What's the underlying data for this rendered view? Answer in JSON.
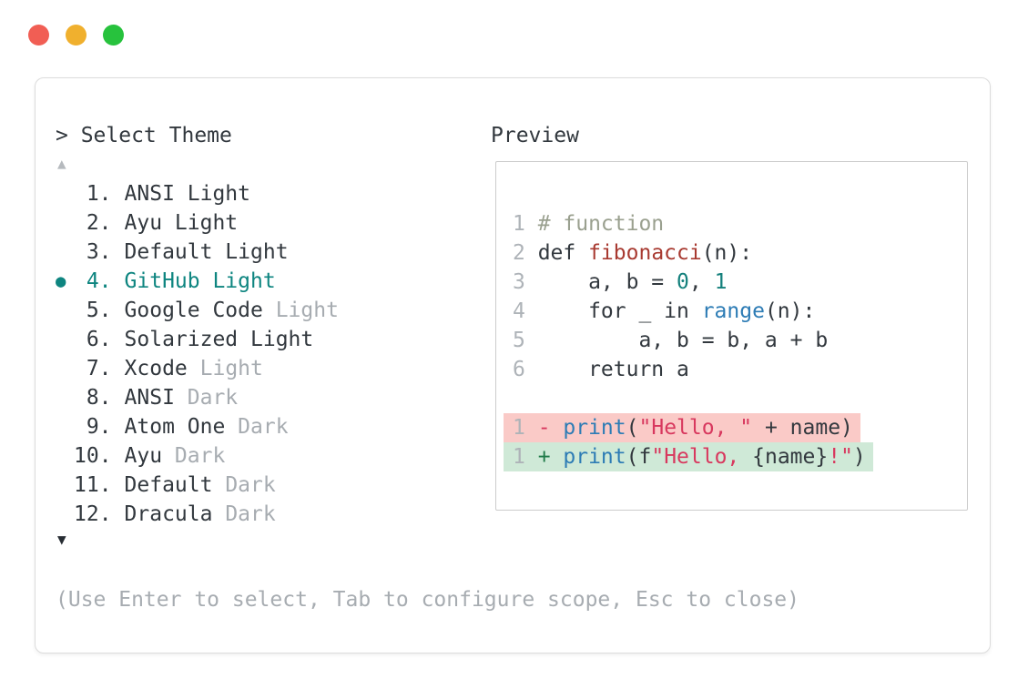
{
  "colors": {
    "traffic_red": "#f15e54",
    "traffic_yellow": "#f0b02e",
    "traffic_green": "#27c23d",
    "accent_teal": "#0e8580",
    "text_dark": "#32383e",
    "text_muted": "#a7acb1",
    "syntax_comment": "#9aa08f",
    "syntax_function": "#a83a31",
    "syntax_number": "#14807c",
    "syntax_blue": "#2d7cb5",
    "syntax_string": "#d8385e",
    "diff_removed_bg": "#facac7",
    "diff_added_bg": "#cfe9d7"
  },
  "theme_picker": {
    "prompt": "> Select Theme",
    "scroll_up_icon": "▲",
    "scroll_down_icon": "▼",
    "selected_bullet_icon": "●",
    "items": [
      {
        "num": "1.",
        "label": "ANSI Light",
        "muted": "",
        "selected": false
      },
      {
        "num": "2.",
        "label": "Ayu Light",
        "muted": "",
        "selected": false
      },
      {
        "num": "3.",
        "label": "Default Light",
        "muted": "",
        "selected": false
      },
      {
        "num": "4.",
        "label": "GitHub Light",
        "muted": "",
        "selected": true
      },
      {
        "num": "5.",
        "label": "Google Code",
        "muted": "Light",
        "selected": false
      },
      {
        "num": "6.",
        "label": "Solarized Light",
        "muted": "",
        "selected": false
      },
      {
        "num": "7.",
        "label": "Xcode",
        "muted": "Light",
        "selected": false
      },
      {
        "num": "8.",
        "label": "ANSI",
        "muted": "Dark",
        "selected": false
      },
      {
        "num": "9.",
        "label": "Atom One",
        "muted": "Dark",
        "selected": false
      },
      {
        "num": "10.",
        "label": "Ayu",
        "muted": "Dark",
        "selected": false
      },
      {
        "num": "11.",
        "label": "Default",
        "muted": "Dark",
        "selected": false
      },
      {
        "num": "12.",
        "label": "Dracula",
        "muted": "Dark",
        "selected": false
      }
    ],
    "hint": "(Use Enter to select, Tab to configure scope, Esc to close)"
  },
  "preview": {
    "title": "Preview",
    "code_lines": [
      {
        "ln": "1",
        "diff": null,
        "tokens": [
          [
            "comment",
            "# function"
          ]
        ]
      },
      {
        "ln": "2",
        "diff": null,
        "tokens": [
          [
            "text",
            "def "
          ],
          [
            "func",
            "fibonacci"
          ],
          [
            "text",
            "(n):"
          ]
        ]
      },
      {
        "ln": "3",
        "diff": null,
        "tokens": [
          [
            "text",
            "    a, b = "
          ],
          [
            "num",
            "0"
          ],
          [
            "text",
            ", "
          ],
          [
            "num",
            "1"
          ]
        ]
      },
      {
        "ln": "4",
        "diff": null,
        "tokens": [
          [
            "text",
            "    for _ in "
          ],
          [
            "blue",
            "range"
          ],
          [
            "text",
            "(n):"
          ]
        ]
      },
      {
        "ln": "5",
        "diff": null,
        "tokens": [
          [
            "text",
            "        a, b = b, a + b"
          ]
        ]
      },
      {
        "ln": "6",
        "diff": null,
        "tokens": [
          [
            "text",
            "    return a"
          ]
        ]
      },
      {
        "ln": "",
        "diff": null,
        "tokens": []
      },
      {
        "ln": "1",
        "diff": "removed",
        "tokens": [
          [
            "minus",
            "- "
          ],
          [
            "blue",
            "print"
          ],
          [
            "text",
            "("
          ],
          [
            "string",
            "\"Hello, \""
          ],
          [
            "text",
            " + name)"
          ]
        ]
      },
      {
        "ln": "1",
        "diff": "added",
        "tokens": [
          [
            "plus",
            "+ "
          ],
          [
            "blue",
            "print"
          ],
          [
            "text",
            "(f"
          ],
          [
            "string",
            "\"Hello, "
          ],
          [
            "text",
            "{name}"
          ],
          [
            "string",
            "!\""
          ],
          [
            "text",
            ")"
          ]
        ]
      }
    ]
  }
}
